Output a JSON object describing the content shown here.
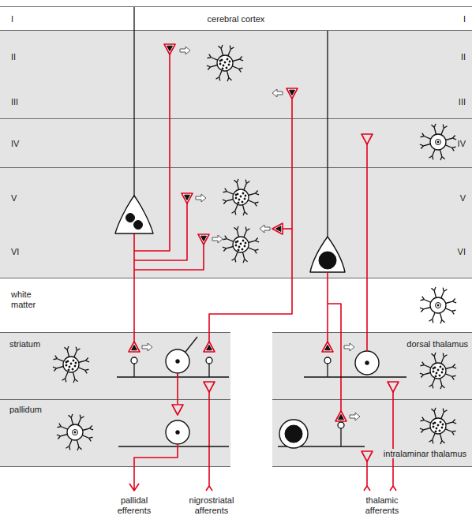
{
  "diagram": {
    "nodes": [
      {
        "text": [
          "I",
          "cerebral cortex",
          "I"
        ]
      },
      {
        "text": [
          "II",
          "III",
          "II",
          "III"
        ]
      },
      {
        "text": [
          "IV",
          "IV"
        ]
      },
      {
        "text": [
          "V",
          "VI",
          "V",
          "VI"
        ]
      },
      {
        "text": [
          "white matter"
        ]
      },
      {
        "text": [
          "striatum"
        ]
      },
      {
        "text": [
          "pallidum"
        ]
      },
      {
        "text": [
          "dorsal thalamus"
        ]
      },
      {
        "text": [
          "intralaminar thalamus"
        ]
      }
    ],
    "labels": [
      "pallidal efferents",
      "nigrostriatal afferents",
      "thalamic afferents"
    ]
  }
}
